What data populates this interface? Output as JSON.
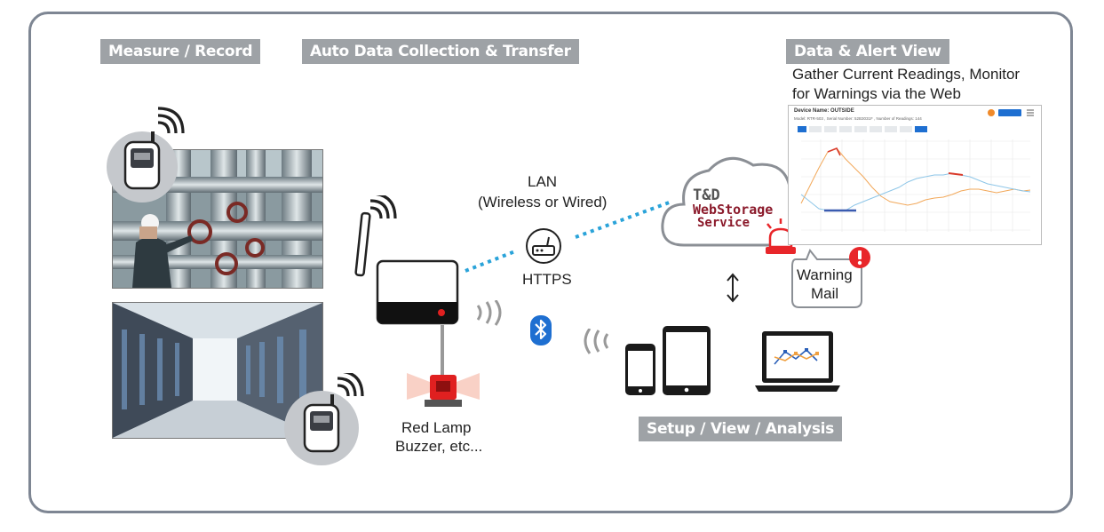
{
  "labels": {
    "measure": "Measure / Record",
    "auto": "Auto Data Collection & Transfer",
    "data_alert": "Data & Alert View",
    "setup": "Setup / View / Analysis"
  },
  "data_alert_desc": {
    "line1": "Gather Current Readings, Monitor",
    "line2": "for Warnings via the Web"
  },
  "lan": {
    "line1": "LAN",
    "line2": "(Wireless or Wired)"
  },
  "https": "HTTPS",
  "red_lamp": {
    "line1": "Red Lamp",
    "line2": "Buzzer, etc..."
  },
  "cloud": {
    "line1": "T&D",
    "line2": "WebStorage",
    "line3": "Service"
  },
  "warning": {
    "line1": "Warning",
    "line2": "Mail"
  },
  "screenshot": {
    "device_name": "Device Name: OUTSIDE",
    "info": "Model: RTR-503 , Serial Number: 52B3031F , Number of Readings: 144"
  },
  "colors": {
    "frame": "#7e8693",
    "label_bg": "#9ea2a6",
    "dotted_line": "#2aa3d9",
    "cloud_text": "#8b1a2b",
    "lamp_red": "#e02020",
    "alert_red": "#e8262a"
  }
}
